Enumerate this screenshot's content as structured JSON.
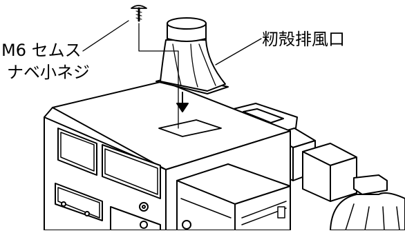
{
  "labels": {
    "screw_line1": "M6 セムス",
    "screw_line2": "ナベ小ネジ",
    "outlet": "籾殻排風口"
  }
}
